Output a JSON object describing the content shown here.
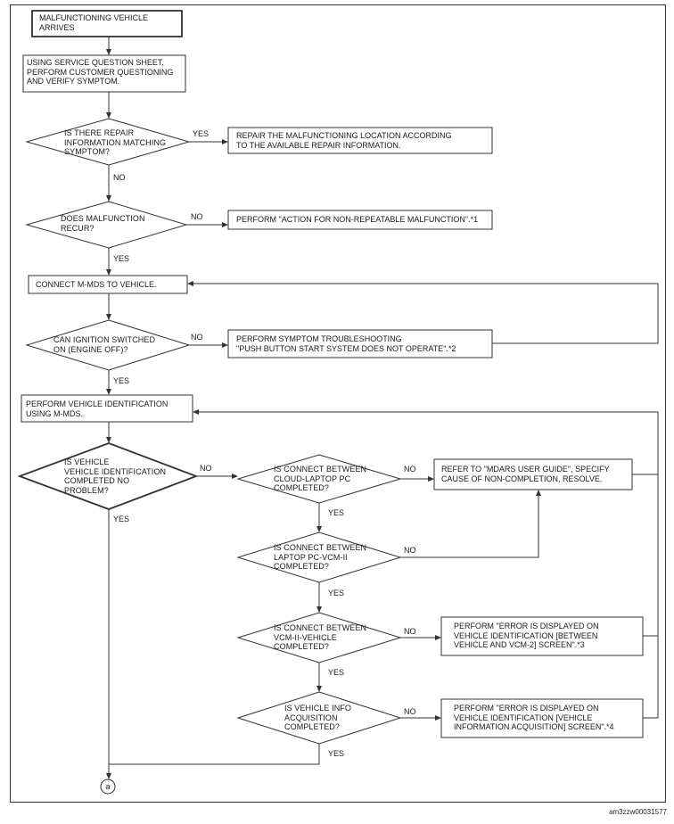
{
  "boxes": {
    "arrives": "MALFUNCTIONING VEHICLE\nARRIVES",
    "questioning": "USING SERVICE QUESTION SHEET,\nPERFORM CUSTOMER QUESTIONING\nAND VERIFY SYMPTOM.",
    "repair_location": "REPAIR THE MALFUNCTIONING LOCATION ACCORDING\nTO THE AVAILABLE REPAIR INFORMATION.",
    "non_repeatable": "PERFORM \"ACTION FOR NON-REPEATABLE MALFUNCTION\".*1",
    "connect_mmds": "CONNECT M-MDS TO VEHICLE.",
    "symptom_troubleshooting": "PERFORM SYMPTOM TROUBLESHOOTING\n\"PUSH BUTTON START SYSTEM DOES NOT OPERATE\".*2",
    "vehicle_identification": "PERFORM VEHICLE IDENTIFICATION\nUSING M-MDS.",
    "mdars_guide": "REFER TO \"MDARS USER GUIDE\", SPECIFY\nCAUSE OF NON-COMPLETION, RESOLVE.",
    "error_vcm2": "PERFORM \"ERROR IS DISPLAYED ON\nVEHICLE IDENTIFICATION [BETWEEN\nVEHICLE AND VCM-2] SCREEN\".*3",
    "error_info_acq": "PERFORM \"ERROR IS DISPLAYED ON\nVEHICLE IDENTIFICATION [VEHICLE\nINFORMATION ACQUISITION] SCREEN\".*4"
  },
  "decisions": {
    "repair_info": "IS THERE REPAIR\nINFORMATION MATCHING\nSYMPTOM?",
    "recur": "DOES MALFUNCTION\nRECUR?",
    "ignition": "CAN IGNITION SWITCHED\nON (ENGINE OFF)?",
    "vehicle_id_ok": "IS VEHICLE\nVEHICLE IDENTIFICATION\nCOMPLETED NO\nPROBLEM?",
    "cloud_laptop": "IS CONNECT BETWEEN\nCLOUD-LAPTOP PC\nCOMPLETED?",
    "laptop_vcm": "IS CONNECT BETWEEN\nLAPTOP PC-VCM-II\nCOMPLETED?",
    "vcm_vehicle": "IS CONNECT BETWEEN\nVCM-II-VEHICLE\nCOMPLETED?",
    "info_acq": "IS VEHICLE INFO\nACQUISITION\nCOMPLETED?"
  },
  "answers": {
    "yes": "YES",
    "no": "NO"
  },
  "connector": "a",
  "figure_id": "am3zzw00031577"
}
